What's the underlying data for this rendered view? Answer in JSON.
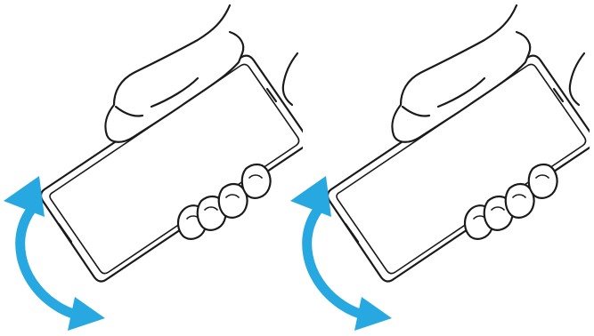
{
  "figure": {
    "panels": [
      {
        "id": "left",
        "rotation_arrow": "curved-double-arrow",
        "arrow_color": "#27A8E0"
      },
      {
        "id": "right",
        "rotation_arrow": "curved-double-arrow",
        "arrow_color": "#27A8E0"
      }
    ],
    "colors": {
      "arrow": "#27A8E0",
      "line": "#1A1A1A",
      "background": "#FFFFFF"
    },
    "icons": [
      "hand-holding-phone",
      "curved-rotation-arrow"
    ]
  }
}
